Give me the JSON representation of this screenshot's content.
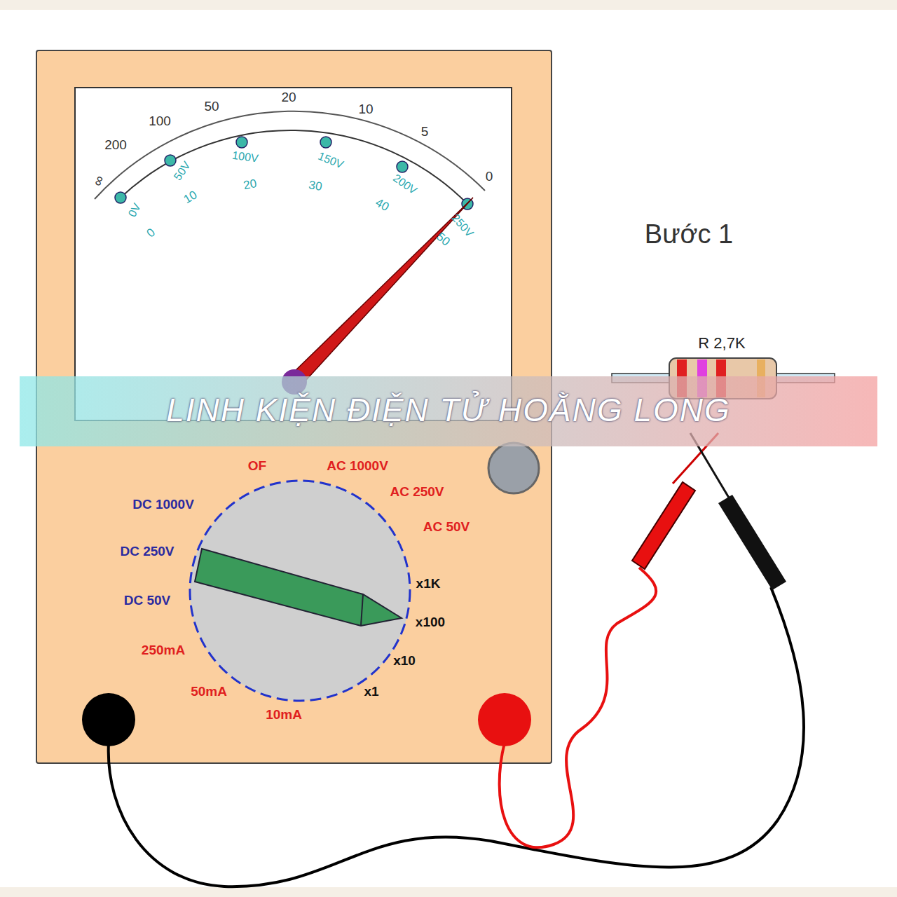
{
  "diagram": {
    "labels": [
      "∞",
      "200",
      "100",
      "50",
      "20",
      "10",
      "5",
      "0",
      "0V",
      "50V",
      "100V",
      "150V",
      "200V",
      "250V",
      "0",
      "10",
      "20",
      "30",
      "40",
      "50",
      "OF",
      "AC 1000V",
      "AC 250V",
      "AC 50V",
      "x1K",
      "x100",
      "x10",
      "x1",
      "10mA",
      "50mA",
      "250mA",
      "DC 50V",
      "DC 250V",
      "DC 1000V",
      "Bước 1",
      "R 2,7K",
      "LINH KIỆN ĐIỆN TỬ HOẰNG LONG"
    ]
  }
}
